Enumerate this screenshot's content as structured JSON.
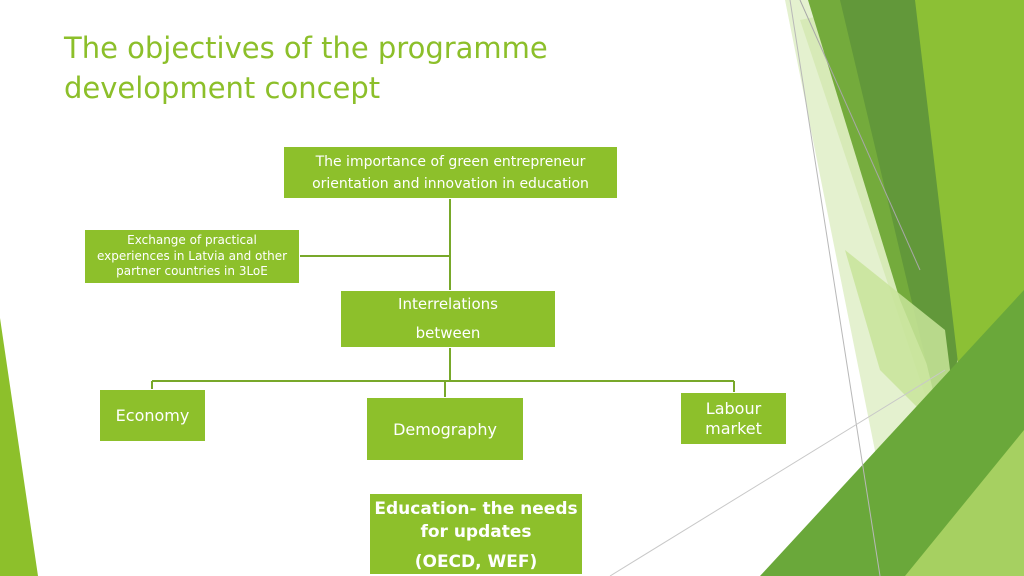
{
  "slide": {
    "title_line1": "The objectives of the programme",
    "title_line2": "development concept"
  },
  "diagram": {
    "top_box": {
      "line1": "The importance of green entrepreneur",
      "line2": "orientation and innovation in education"
    },
    "left_box": {
      "line1": "Exchange of practical",
      "line2": "experiences in Latvia and other",
      "line3": "partner countries in 3LoE"
    },
    "middle_box": {
      "line1": "Interrelations",
      "line2": "between"
    },
    "economy_box": {
      "label": "Economy"
    },
    "demography_box": {
      "label": "Demography"
    },
    "labour_box": {
      "line1": "Labour",
      "line2": "market"
    },
    "education_box": {
      "line1": "Education- the needs",
      "line2": "for updates",
      "line3": "(OECD, WEF)"
    }
  },
  "colors": {
    "accent_green": "#8dc02b",
    "title_green": "#8cbf2a",
    "connector": "#78a82a",
    "deco_dark": "#5e9e32",
    "deco_light": "#cde5a6"
  }
}
